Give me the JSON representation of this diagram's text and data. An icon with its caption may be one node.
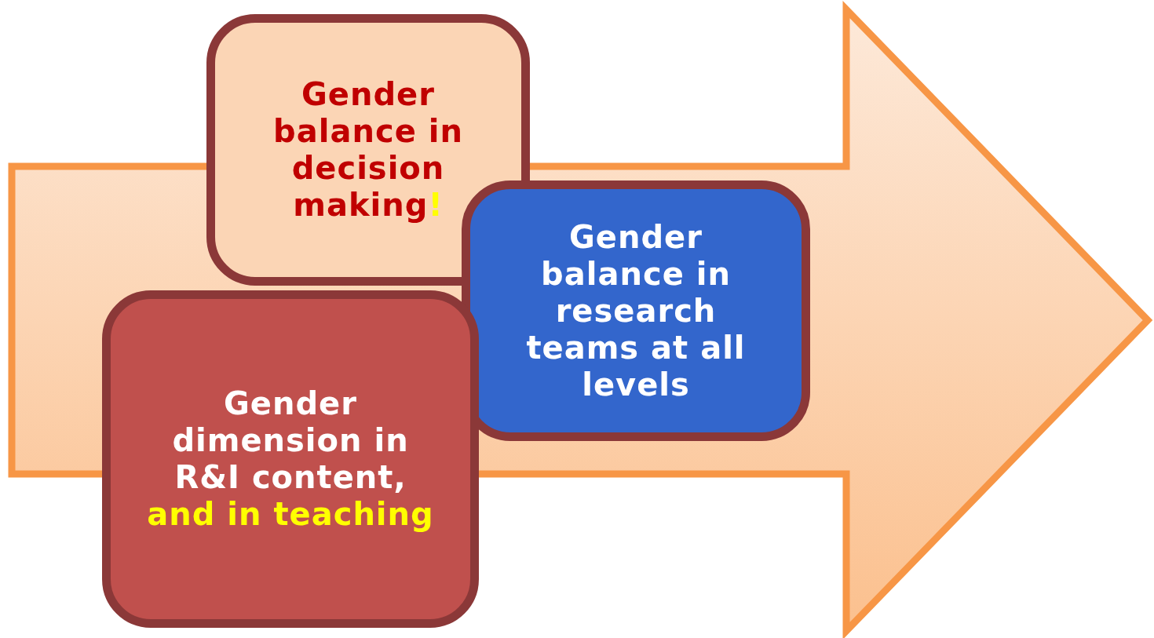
{
  "diagram": {
    "nodes": [
      {
        "text": [
          "Gender balance in decision making!"
        ]
      },
      {
        "text": [
          "Gender balance in research teams at all levels"
        ]
      },
      {
        "text": [
          "Gender dimension in R&I content,",
          "and in teaching"
        ]
      }
    ],
    "edges": []
  }
}
